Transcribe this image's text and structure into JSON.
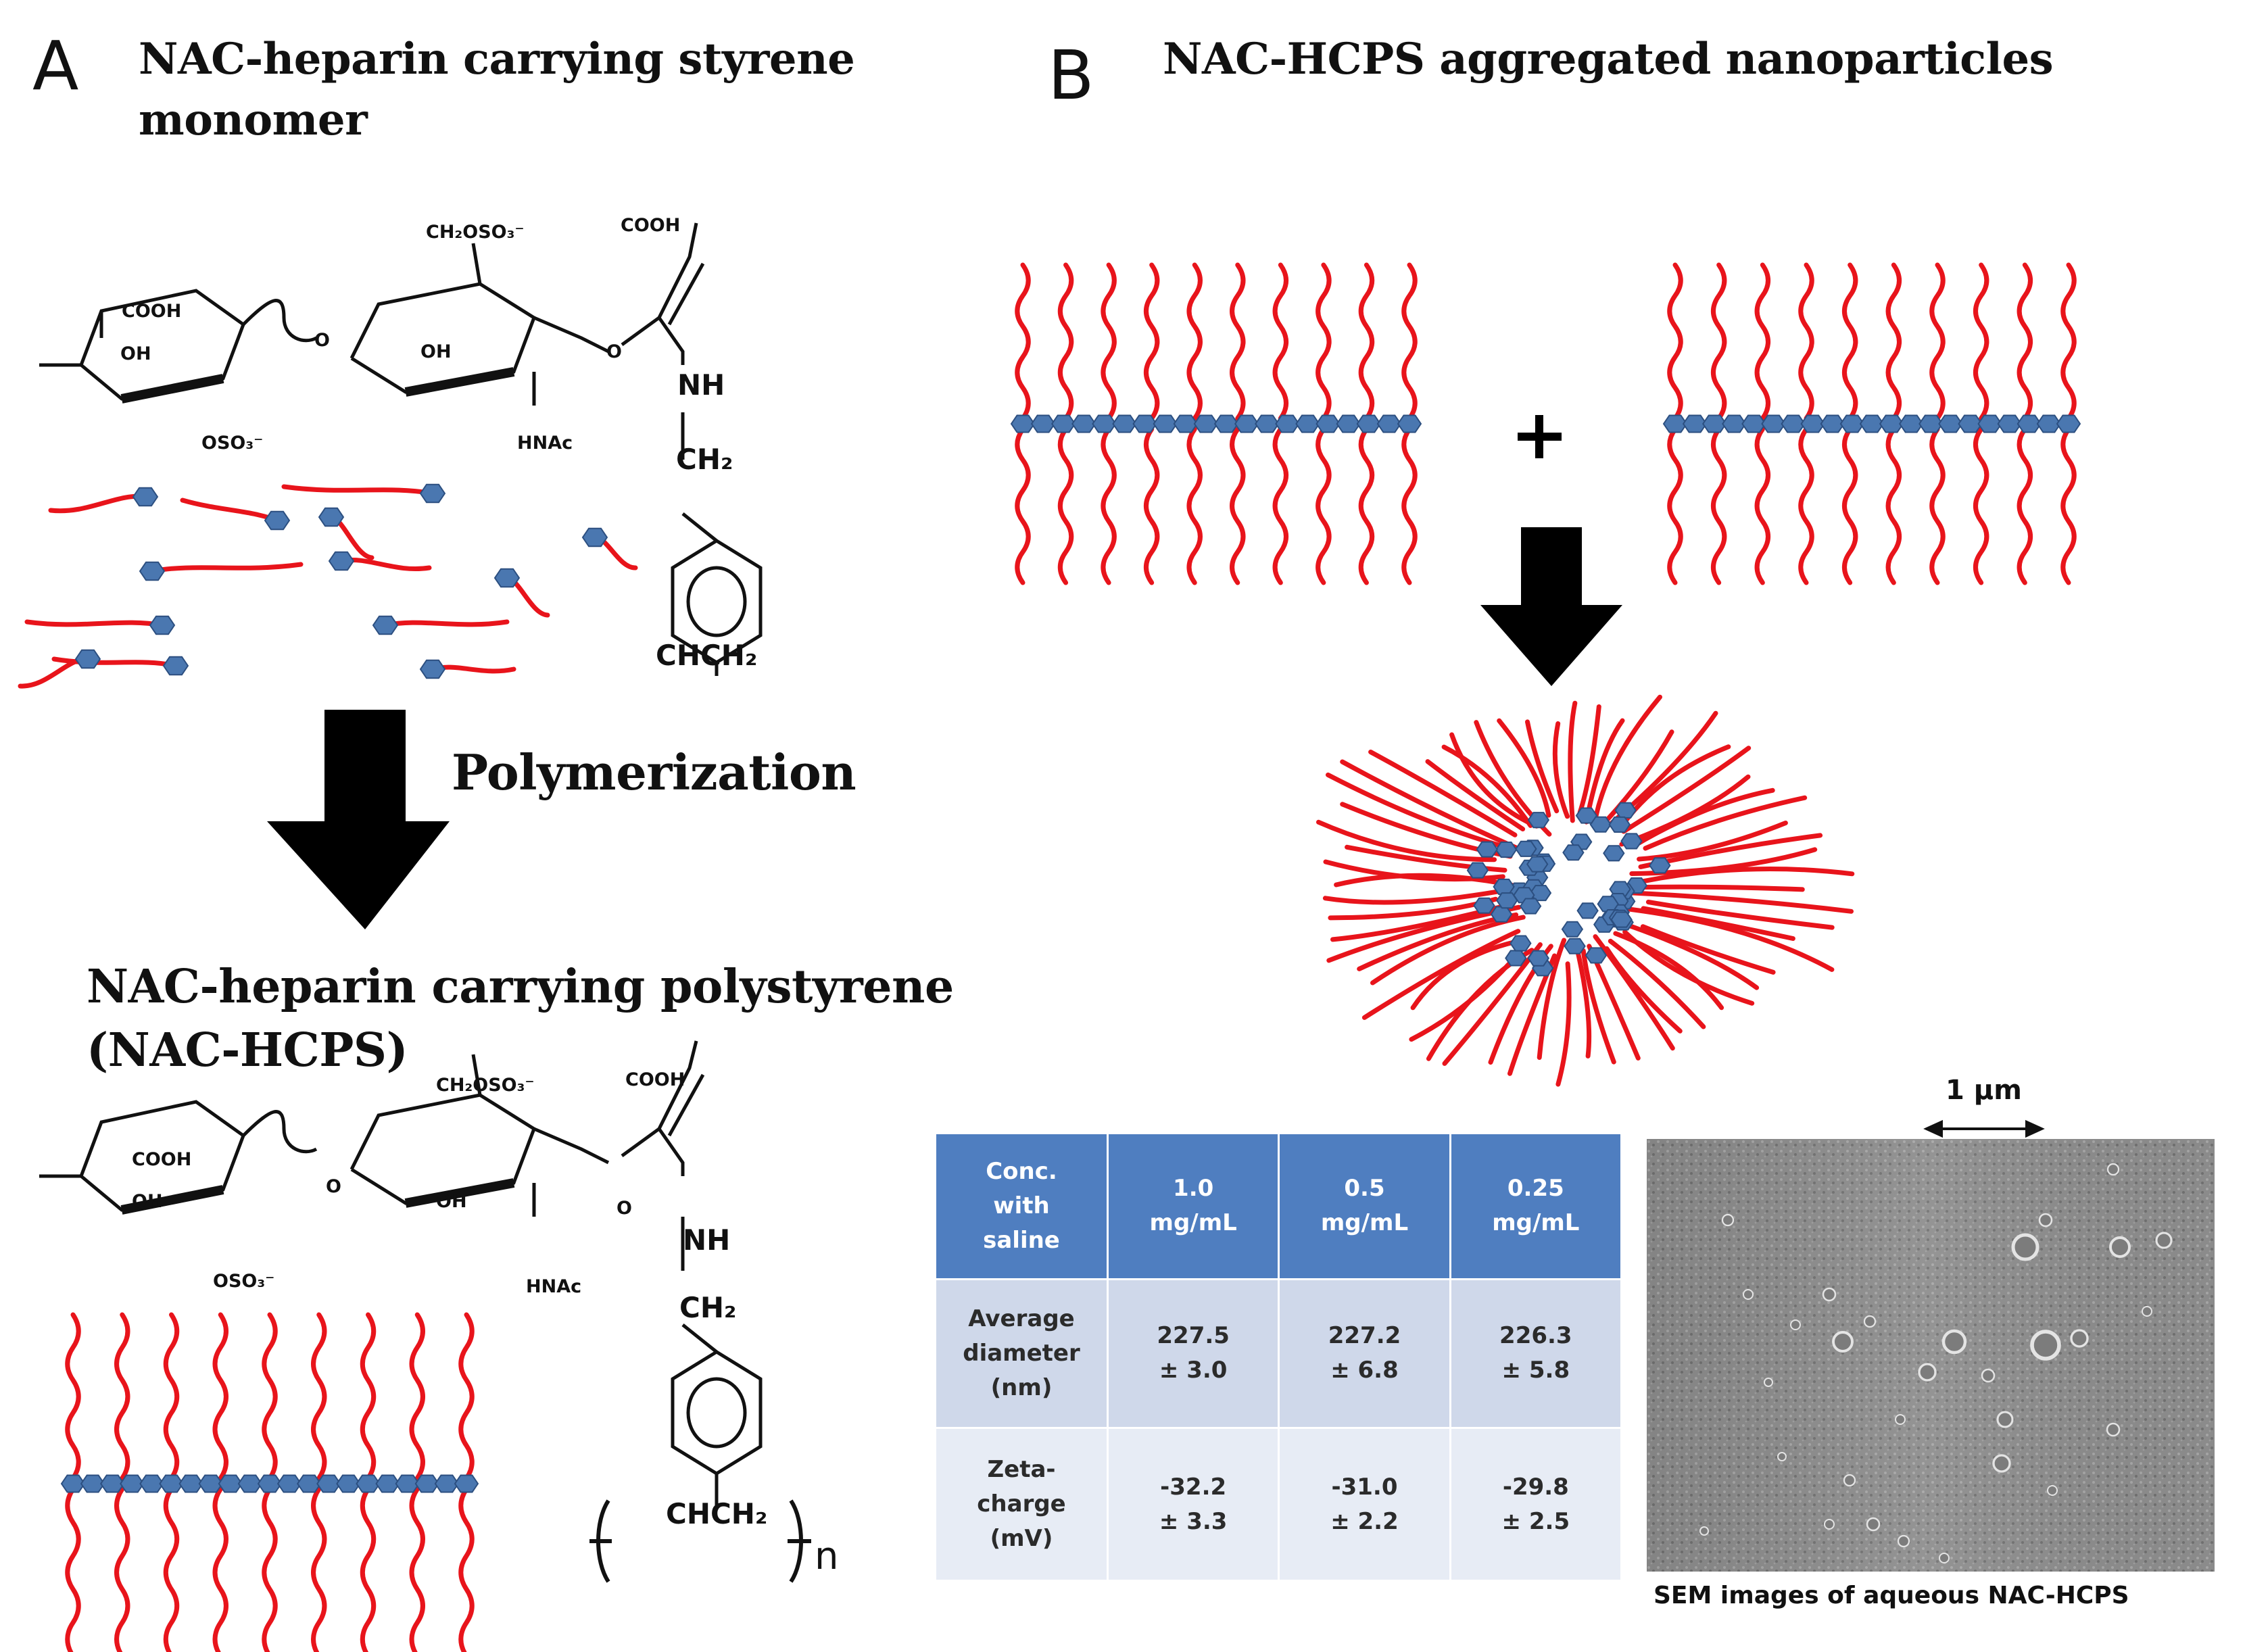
{
  "panel_a": {
    "letter": "A",
    "title_line1": "NAC-heparin carrying styrene",
    "title_line2": "monomer",
    "arrow_label": "Polymerization",
    "product_line1": "NAC-heparin carrying polystyrene",
    "product_line2": "(NAC-HCPS)",
    "structure_top": {
      "ring1_cooh": "COOH",
      "ring1_oh": "OH",
      "ring1_oso3": "OSO₃⁻",
      "bridge_o": "O",
      "ring2_ch2oso3": "CH₂OSO₃⁻",
      "ring2_oh": "OH",
      "ring2_hnac": "HNAc",
      "link_o": "O",
      "cooh": "COOH",
      "nh": "NH",
      "ch2": "CH₂",
      "vinyl": "CHCH₂"
    },
    "structure_bottom": {
      "ring1_cooh": "COOH",
      "ring1_oh": "OH",
      "ring1_oso3": "OSO₃⁻",
      "bridge_o": "O",
      "ring2_ch2oso3": "CH₂OSO₃⁻",
      "ring2_oh": "OH",
      "ring2_hnac": "HNAc",
      "link_o": "O",
      "cooh": "COOH",
      "nh": "NH",
      "ch2": "CH₂",
      "backbone": "CHCH₂",
      "subscript_n": "n"
    }
  },
  "panel_b": {
    "letter": "B",
    "title": "NAC-HCPS aggregated nanoparticles",
    "plus": "+",
    "scale_bar": "1 µm",
    "sem_caption": "SEM images of aqueous NAC-HCPS"
  },
  "table": {
    "header": [
      "Conc.\nwith\nsaline",
      "1.0\nmg/mL",
      "0.5\nmg/mL",
      "0.25\nmg/mL"
    ],
    "rows": [
      [
        "Average\ndiameter\n(nm)",
        "227.5\n± 3.0",
        "227.2\n± 6.8",
        "226.3\n± 5.8"
      ],
      [
        "Zeta-\ncharge\n(mV)",
        "-32.2\n± 3.3",
        "-31.0\n± 2.2",
        "-29.8\n± 2.5"
      ]
    ]
  },
  "colors": {
    "polymer_chain": "#e8141b",
    "monomer_bead": "#4a77b0",
    "bead_outline": "#2c4f80",
    "arrow": "#000000",
    "table_header": "#4f7ec0",
    "table_row1": "#cfd8ea",
    "table_row2": "#e7ecf5"
  }
}
